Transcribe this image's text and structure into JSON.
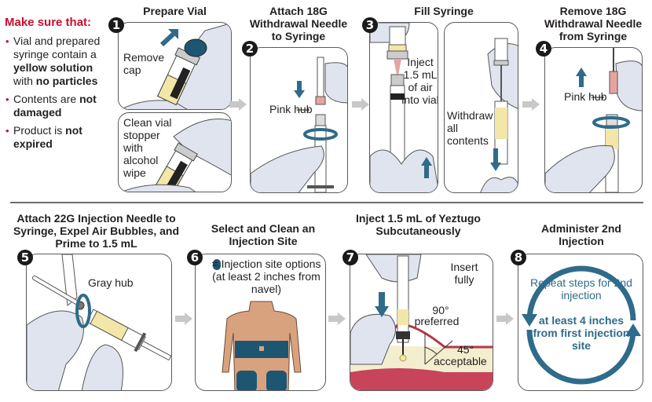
{
  "checklist": {
    "title": "Make sure that:",
    "items": [
      {
        "parts": [
          {
            "text": "Vial and prepared syringe contain a ",
            "bold": false
          },
          {
            "text": "yellow solution",
            "bold": true
          },
          {
            "text": " with ",
            "bold": false
          },
          {
            "text": "no particles",
            "bold": true
          }
        ]
      },
      {
        "parts": [
          {
            "text": "Contents are ",
            "bold": false
          },
          {
            "text": "not damaged",
            "bold": true
          }
        ]
      },
      {
        "parts": [
          {
            "text": "Product is ",
            "bold": false
          },
          {
            "text": "not expired",
            "bold": true
          }
        ]
      }
    ]
  },
  "steps": [
    {
      "number": "1",
      "title": "Prepare Vial",
      "notes": [
        "Remove cap",
        "Clean vial stopper with alcohol wipe"
      ]
    },
    {
      "number": "2",
      "title": "Attach 18G Withdrawal Needle to Syringe",
      "notes": [
        "Pink hub"
      ]
    },
    {
      "number": "3",
      "title": "Fill Syringe",
      "notes": [
        "Inject 1.5 mL of air into vial",
        "Withdraw all contents"
      ]
    },
    {
      "number": "4",
      "title": "Remove 18G Withdrawal Needle from Syringe",
      "notes": [
        "Pink hub"
      ]
    },
    {
      "number": "5",
      "title": "Attach 22G Injection Needle to Syringe, Expel Air Bubbles, and Prime to 1.5 mL",
      "notes": [
        "Gray hub"
      ]
    },
    {
      "number": "6",
      "title": "Select and Clean an Injection Site",
      "notes": [
        "= Injection site options (at least 2 inches from navel)"
      ]
    },
    {
      "number": "7",
      "title": "Inject 1.5 mL of Yeztugo Subcutaneously",
      "notes": [
        "Insert fully",
        "90°",
        "preferred",
        "45°",
        "acceptable"
      ]
    },
    {
      "number": "8",
      "title": "Administer 2nd Injection",
      "notes": [
        "Repeat steps for 2nd injection",
        "at least 4 inches from first injection site"
      ]
    }
  ],
  "colors": {
    "accent_red": "#c8102e",
    "arrow_blue": "#2f6b8a",
    "glove": "#dfe4ee",
    "liquid_yellow": "#f2e6a8",
    "pink_hub": "#e8a3a0",
    "skin": "#d9a27f",
    "site_blue": "#1d5673",
    "flow_arrow_gray": "#c8c8c8"
  }
}
